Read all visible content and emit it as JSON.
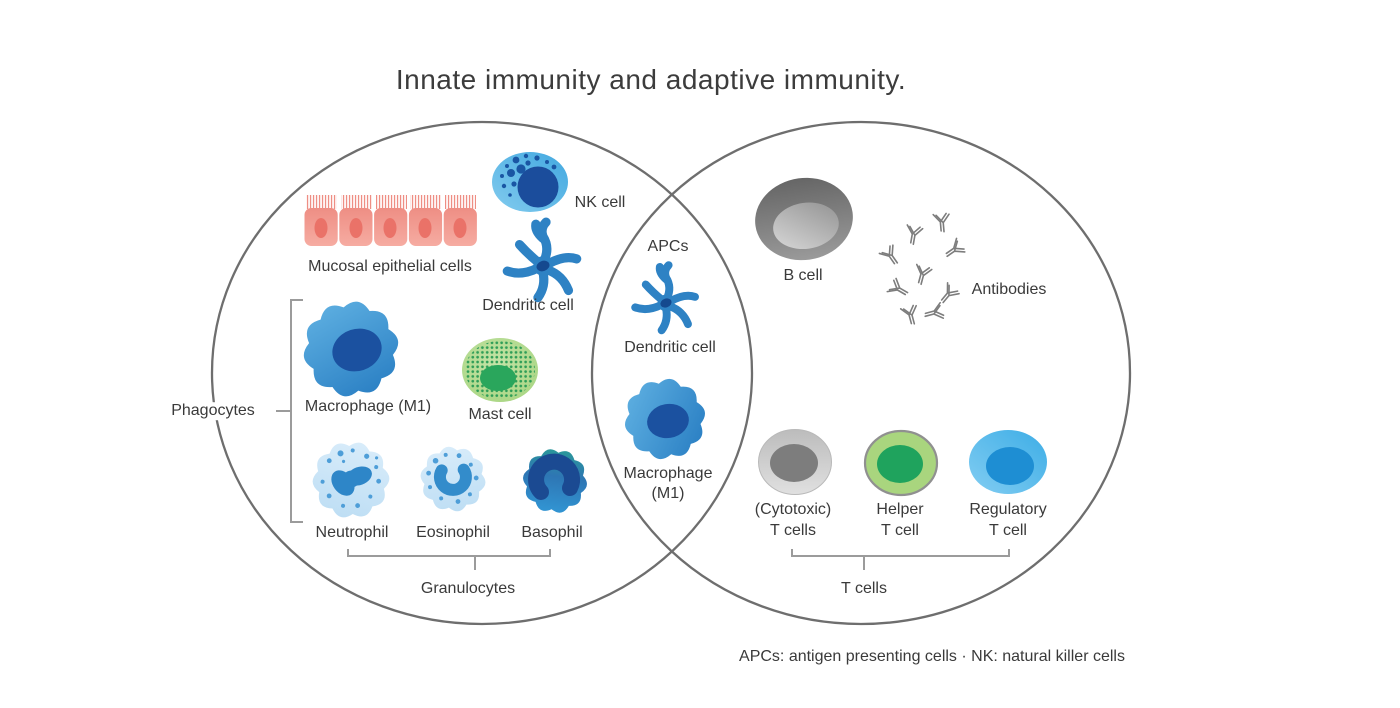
{
  "title": "Innate immunity and adaptive immunity.",
  "footnote": "APCs: antigen presenting cells · NK: natural killer cells",
  "innate": {
    "mucosal_epithelial_label": "Mucosal epithelial cells",
    "nk_cell_label": "NK cell",
    "dendritic_cell_label": "Dendritic cell",
    "phagocytes_label": "Phagocytes",
    "macrophage_label": "Macrophage (M1)",
    "mast_cell_label": "Mast cell",
    "neutrophil_label": "Neutrophil",
    "eosinophil_label": "Eosinophil",
    "basophil_label": "Basophil",
    "granulocytes_label": "Granulocytes"
  },
  "shared": {
    "apcs_label": "APCs",
    "dendritic_cell_label": "Dendritic cell",
    "macrophage_label_line1": "Macrophage",
    "macrophage_label_line2": "(M1)"
  },
  "adaptive": {
    "b_cell_label": "B cell",
    "antibodies_label": "Antibodies",
    "cytotoxic_t_label_line1": "(Cytotoxic)",
    "cytotoxic_t_label_line2": "T cells",
    "helper_t_label_line1": "Helper",
    "helper_t_label_line2": "T cell",
    "regulatory_t_label_line1": "Regulatory",
    "regulatory_t_label_line2": "T cell",
    "t_cells_group_label": "T cells"
  },
  "colors": {
    "circle_stroke": "#6e6e6e",
    "text": "#3a3a3a",
    "bracket": "#9b9b9b",
    "macrophage_blue": "#2b80c4",
    "nucleus_navy": "#1b51a0",
    "granulocyte_body": "#cfe7f8",
    "epithelium_salmon": "#ee8e84",
    "epithelium_nucleus": "#ea7268",
    "nk_body_blue": "#42a8e0",
    "mast_green": "#a6d47f",
    "mast_dot_green": "#2f9e57",
    "mast_nucleus_green": "#2aa65c",
    "basophil_teal": "#2aa094",
    "b_cell_gray": "#979797",
    "antibody_gray": "#7d7d7d",
    "cytotoxic_gray": "#7d7d7d",
    "helper_green": "#1fa35d",
    "regulatory_blue": "#1e8ed3"
  }
}
